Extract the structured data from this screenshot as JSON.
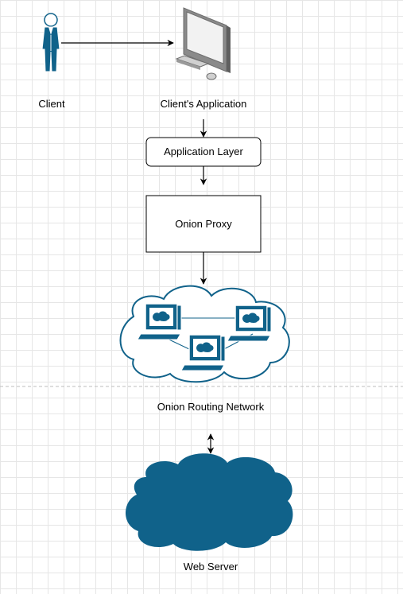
{
  "nodes": {
    "client": "Client",
    "client_app": "Client's Application",
    "app_layer": "Application Layer",
    "onion_proxy": "Onion Proxy",
    "onion_network": "Onion Routing Network",
    "web_server": "Web Server"
  },
  "icons": {
    "client": "person-icon",
    "client_app": "desktop-computer-icon",
    "onion_network": "network-cloud-icon",
    "web_server": "cloud-icon"
  },
  "colors": {
    "accent": "#10628a",
    "line": "#000000"
  }
}
